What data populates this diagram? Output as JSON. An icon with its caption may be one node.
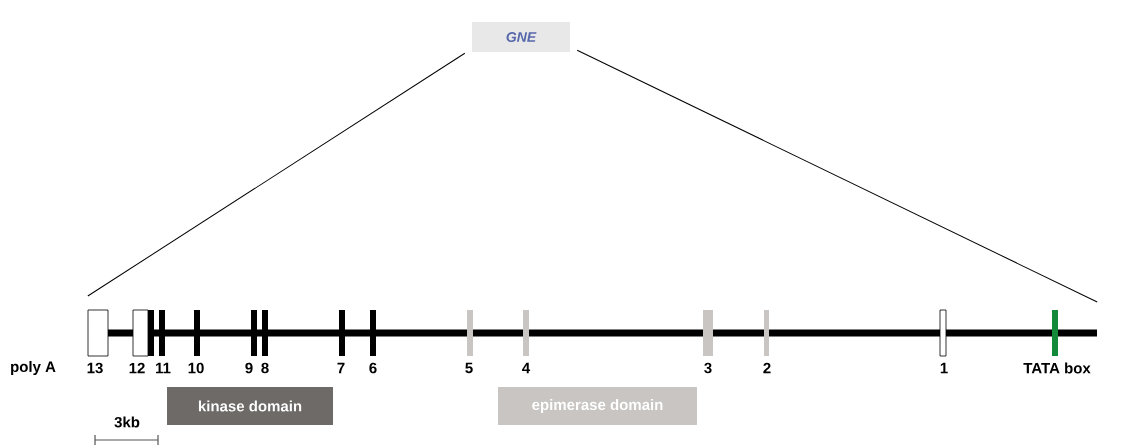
{
  "diagram": {
    "nodes": [
      {
        "text": [
          "GNE"
        ]
      },
      {
        "text": [],
        "shape": "bar"
      },
      {
        "text": [
          "kinase domain"
        ]
      },
      {
        "text": [
          "epimerase domain"
        ]
      }
    ],
    "edges": [
      {
        "from": 0,
        "to": 1,
        "arrow": "none"
      },
      {
        "from": 0,
        "to": 1,
        "arrow": "none"
      }
    ],
    "labels": [
      "poly A",
      "13",
      "12",
      "11",
      "10",
      "9",
      "8",
      "7",
      "6",
      "5",
      "4",
      "3",
      "2",
      "1",
      "TATA box",
      "3kb"
    ]
  }
}
